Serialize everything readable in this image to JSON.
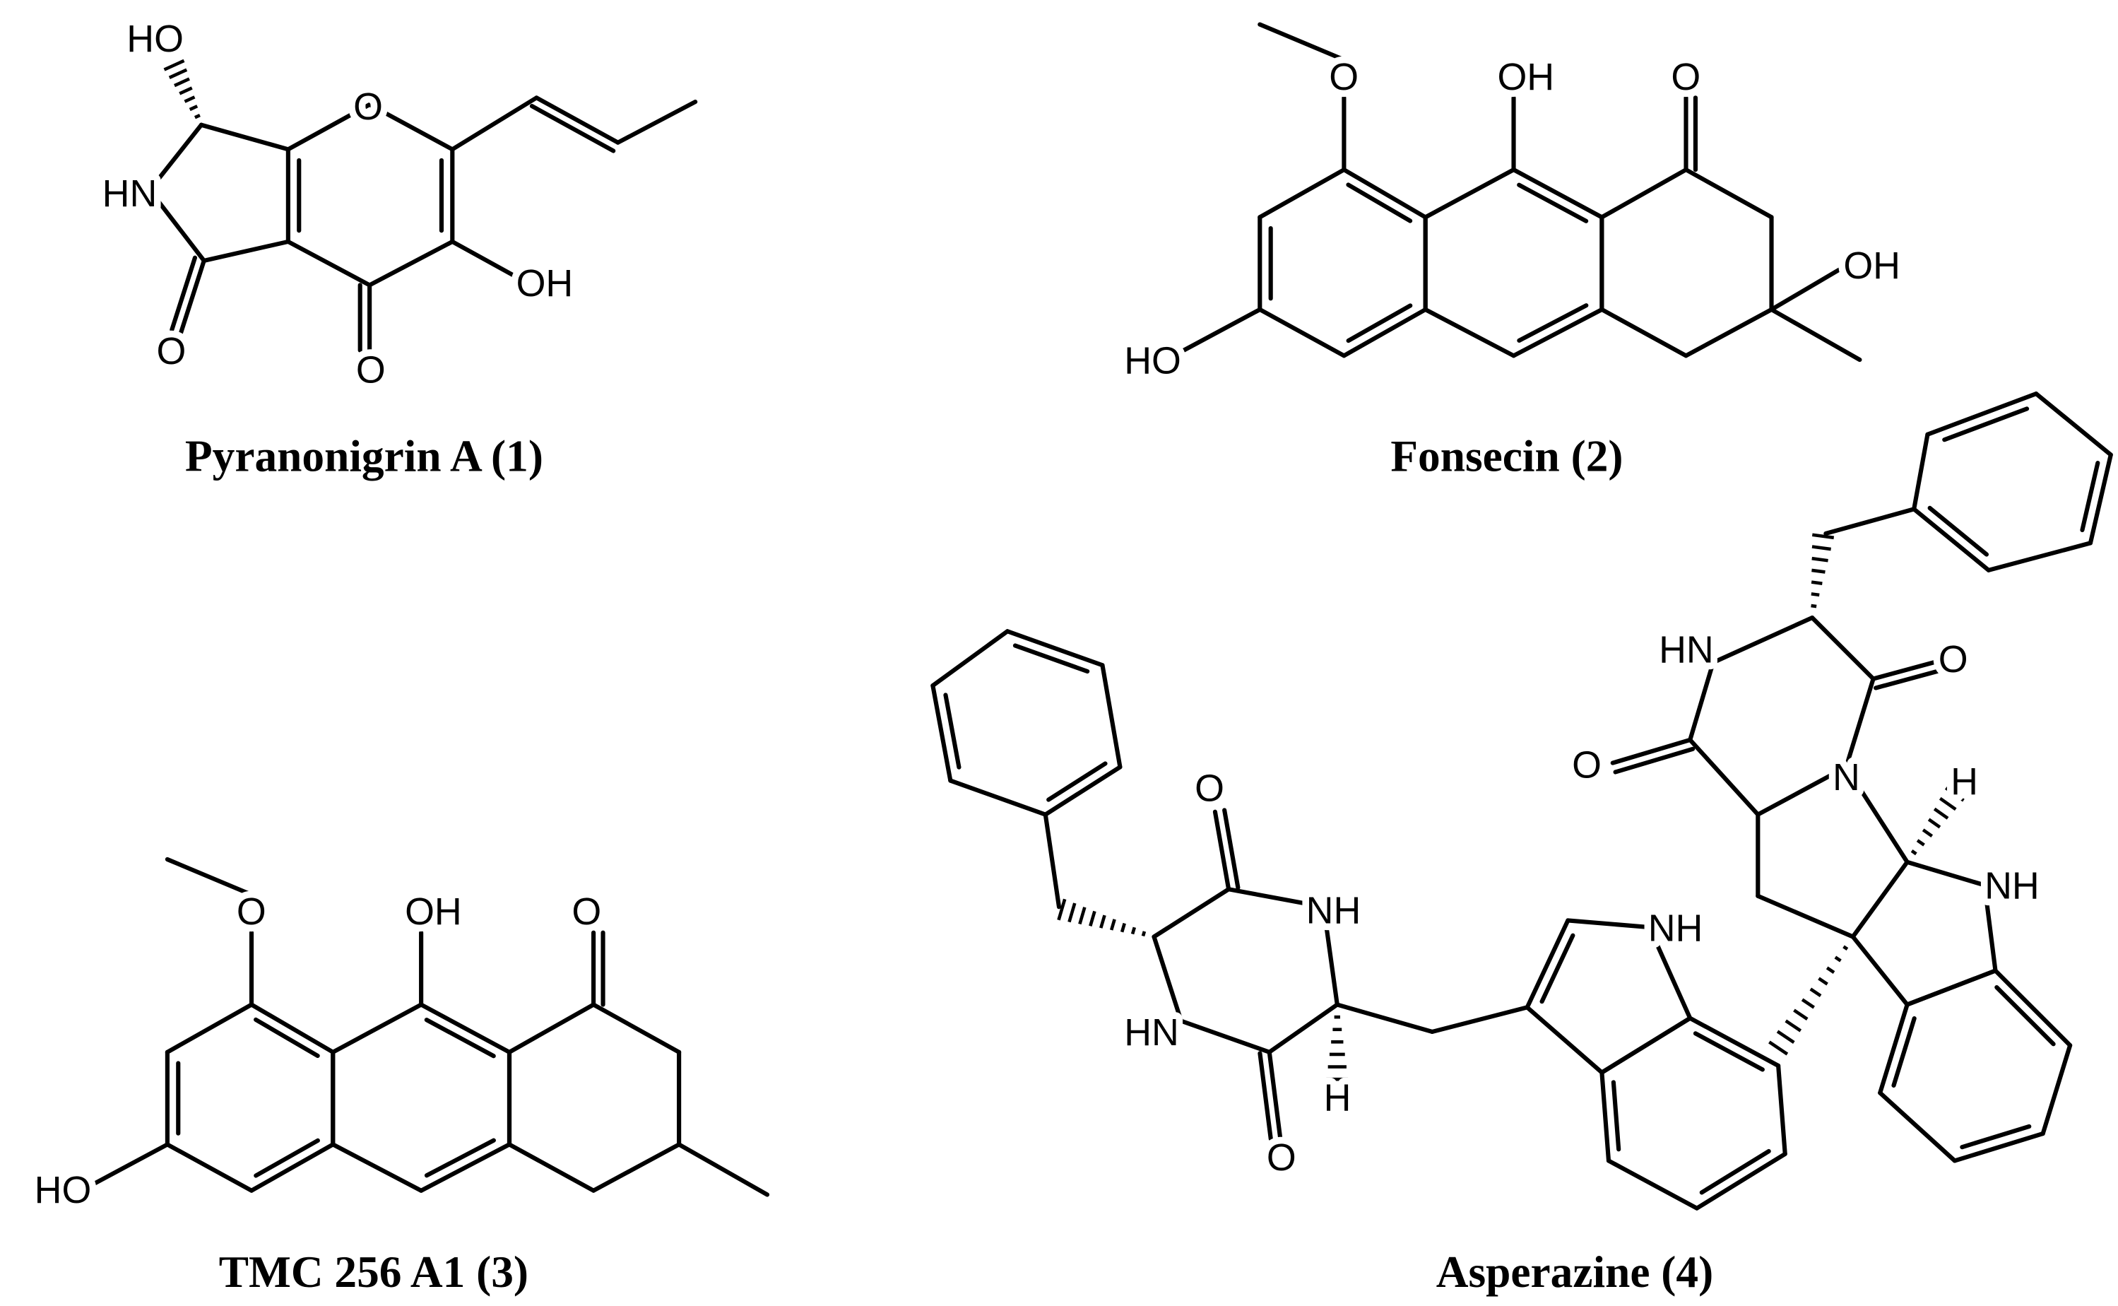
{
  "compounds": [
    {
      "name": "Pyranonigrin A (1)",
      "atoms": [
        "HO",
        "HN",
        "O",
        "O",
        "O",
        "OH"
      ]
    },
    {
      "name": "Fonsecin (2)",
      "atoms": [
        "O",
        "OH",
        "O",
        "OH",
        "HO"
      ]
    },
    {
      "name": "TMC 256 A1 (3)",
      "atoms": [
        "O",
        "OH",
        "O",
        "HO"
      ]
    },
    {
      "name": "Asperazine (4)",
      "atoms": [
        "O",
        "NH",
        "HN",
        "O",
        "H",
        "NH",
        "HN",
        "O",
        "O",
        "N",
        "H",
        "NH"
      ]
    }
  ]
}
